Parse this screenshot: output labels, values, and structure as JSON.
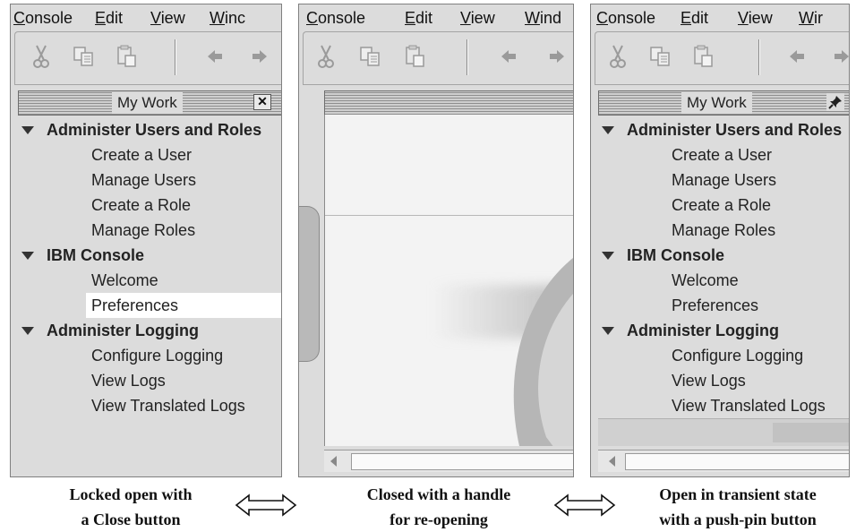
{
  "menus": {
    "console": {
      "accel": "C",
      "rest": "onsole"
    },
    "edit": {
      "accel": "E",
      "rest": "dit"
    },
    "view": {
      "accel": "V",
      "rest": "iew"
    },
    "window_p1": {
      "accel": "W",
      "rest": "inc"
    },
    "window_p2": {
      "accel": "W",
      "rest": "ind"
    },
    "window_p3": {
      "accel": "W",
      "rest": "ir"
    }
  },
  "toolbar_icons": [
    "cut-icon",
    "copy-icon",
    "paste-icon",
    "back-icon",
    "forward-icon"
  ],
  "panel_title": "My Work",
  "close_button_label": "✕",
  "tree": {
    "group1": "Administer Users and Roles",
    "group1_items": [
      "Create a User",
      "Manage Users",
      "Create a Role",
      "Manage Roles"
    ],
    "group2": "IBM Console",
    "group2_items": [
      "Welcome",
      "Preferences"
    ],
    "group3": "Administer Logging",
    "group3_items": [
      "Configure Logging",
      "View Logs",
      "View Translated Logs"
    ]
  },
  "selected_item": "Preferences",
  "captions": {
    "left_line1": "Locked open with",
    "left_line2": "a Close button",
    "middle_line1": "Closed with a handle",
    "middle_line2": "for re-opening",
    "right_line1": "Open in transient state",
    "right_line2": "with a push-pin button"
  },
  "colors": {
    "panel_bg": "#dcdcdc",
    "selection_bg": "#ffffff",
    "border": "#808080"
  }
}
